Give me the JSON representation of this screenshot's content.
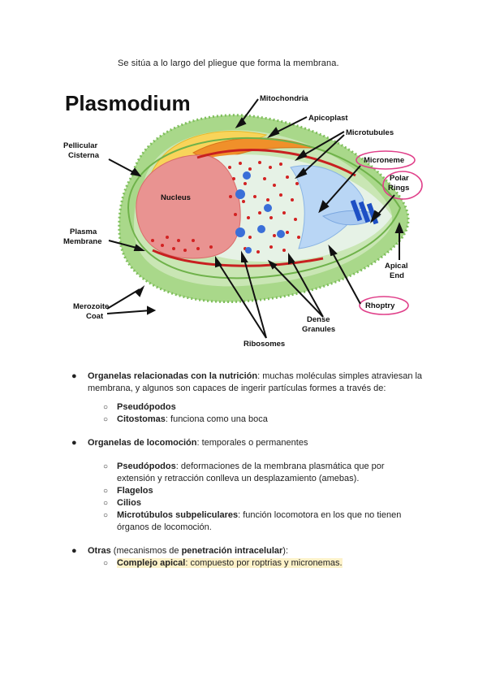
{
  "intro_text": "Se sitúa a lo largo del pliegue que forma la membrana.",
  "figure": {
    "title": "Plasmodium",
    "labels": {
      "mitochondria": "Mitochondria",
      "apicoplast": "Apicoplast",
      "microtubules": "Microtubules",
      "microneme": "Microneme",
      "polar_rings_1": "Polar",
      "polar_rings_2": "Rings",
      "pellicular_1": "Pellicular",
      "pellicular_2": "Cisterna",
      "nucleus": "Nucleus",
      "plasma_1": "Plasma",
      "plasma_2": "Membrane",
      "apical_1": "Apical",
      "apical_2": "End",
      "merozoite_1": "Merozoite",
      "merozoite_2": "Coat",
      "rhoptry": "Rhoptry",
      "dense_1": "Dense",
      "dense_2": "Granules",
      "ribosomes": "Ribosomes"
    },
    "colors": {
      "coat": "#a9d88a",
      "mitochondria": "#f8d45a",
      "apicoplast": "#f0902a",
      "nucleus": "#e99391",
      "cytoplasm": "#e6f2e6",
      "ribosome": "#d22222",
      "granule": "#3a6fd8",
      "rhoptry": "#b9d6f5",
      "polar_rings": "#1d4fc4",
      "highlight_circle": "#e0408a"
    }
  },
  "list": {
    "item1": {
      "bullet": "●",
      "bold": "Organelas relacionadas con la nutrición",
      "text_a": ": muchas moléculas simples atraviesan la",
      "text_b": "membrana, y algunos son capaces de ingerir partículas formes a través de:",
      "subs": [
        {
          "bullet": "○",
          "bold": "Pseudópodos",
          "text": ""
        },
        {
          "bullet": "○",
          "bold": "Citostomas",
          "text": ": funciona como una boca"
        }
      ]
    },
    "item2": {
      "bullet": "●",
      "bold": "Organelas de locomoción",
      "text": ": temporales o permanentes",
      "subs": [
        {
          "bullet": "○",
          "bold": "Pseudópodos",
          "text_a": ": deformaciones de la membrana plasmática que por",
          "text_b": "extensión y retracción conlleva un desplazamiento (amebas)."
        },
        {
          "bullet": "○",
          "bold": "Flagelos",
          "text": ""
        },
        {
          "bullet": "○",
          "bold": "Cilios",
          "text": ""
        },
        {
          "bullet": "○",
          "bold": "Microtúbulos subpeliculares",
          "text_a": ": función locomotora en los que no tienen",
          "text_b": "órganos de locomoción."
        }
      ]
    },
    "item3": {
      "bullet": "●",
      "bold": "Otras",
      "text_pre": " (mecanismos de ",
      "bold2": "penetración intracelular",
      "text_post": "):",
      "sub": {
        "bullet": "○",
        "bold": "Complejo apical",
        "text": ": compuesto por roptrias y micronemas."
      }
    }
  }
}
